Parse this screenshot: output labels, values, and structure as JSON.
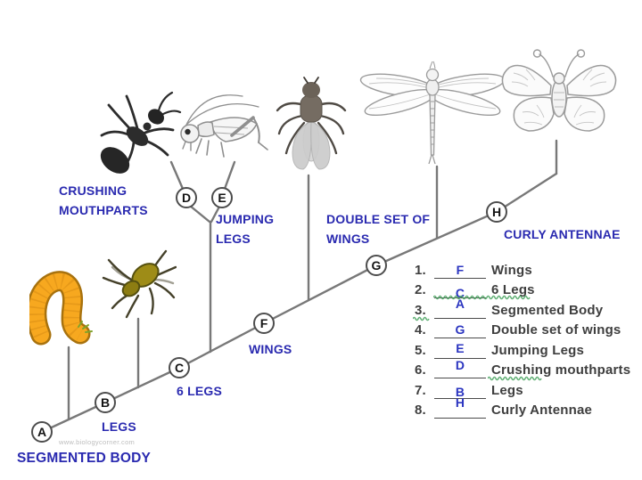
{
  "colors": {
    "label_blue": "#2a2ab0",
    "answer_blue": "#2b35c0",
    "line_gray": "#787878",
    "list_text": "#3e3e3e",
    "squiggle_green": "#46a25e"
  },
  "cladogram": {
    "node_labels": [
      "A",
      "B",
      "C",
      "D",
      "E",
      "F",
      "G",
      "H"
    ],
    "traits": {
      "segmented_body": "SEGMENTED BODY",
      "legs": "LEGS",
      "six_legs": "6 LEGS",
      "wings": "WINGS",
      "jumping_legs_line1": "JUMPING",
      "jumping_legs_line2": "LEGS",
      "crushing_line1": "CRUSHING",
      "crushing_line2": "MOUTHPARTS",
      "double_wings_line1": "DOUBLE SET OF",
      "double_wings_line2": "WINGS",
      "curly_antennae": "CURLY ANTENNAE"
    },
    "organisms": [
      "caterpillar",
      "mite",
      "ant",
      "cricket",
      "fly",
      "dragonfly",
      "butterfly"
    ]
  },
  "answers": {
    "items": [
      {
        "number": "1.",
        "answer": "F",
        "term": "Wings"
      },
      {
        "number": "2.",
        "answer": "C",
        "term": "6 Legs"
      },
      {
        "number": "3.",
        "answer": "A",
        "term": "Segmented Body"
      },
      {
        "number": "4.",
        "answer": "G",
        "term": "Double set of wings"
      },
      {
        "number": "5.",
        "answer": "E",
        "term": "Jumping Legs"
      },
      {
        "number": "6.",
        "answer": "D",
        "term": "Crushing mouthparts"
      },
      {
        "number": "7.",
        "answer": "B",
        "term": "Legs"
      },
      {
        "number": "8.",
        "answer": "H",
        "term": "Curly Antennae"
      }
    ]
  },
  "watermark": "www.biologycorner.com"
}
